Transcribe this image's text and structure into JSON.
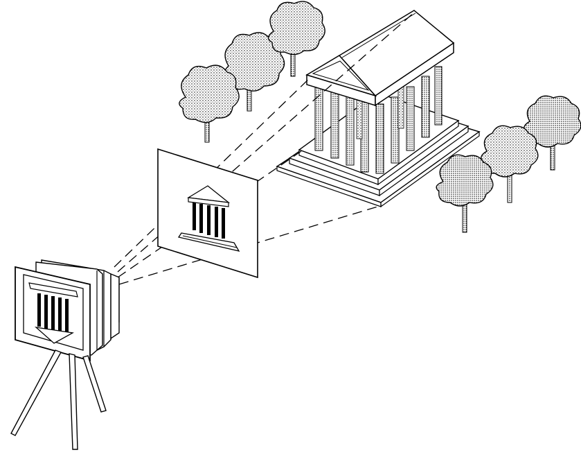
{
  "colors": {
    "ink": "#000000",
    "paper": "#ffffff",
    "stipple": "#000000"
  },
  "icons": {
    "temple": "greek-temple",
    "camera": "bellows-view-camera",
    "tripod": "tripod",
    "trees": "deciduous-trees",
    "image_plane": "projection-screen",
    "rays": "dashed-projection-lines"
  }
}
